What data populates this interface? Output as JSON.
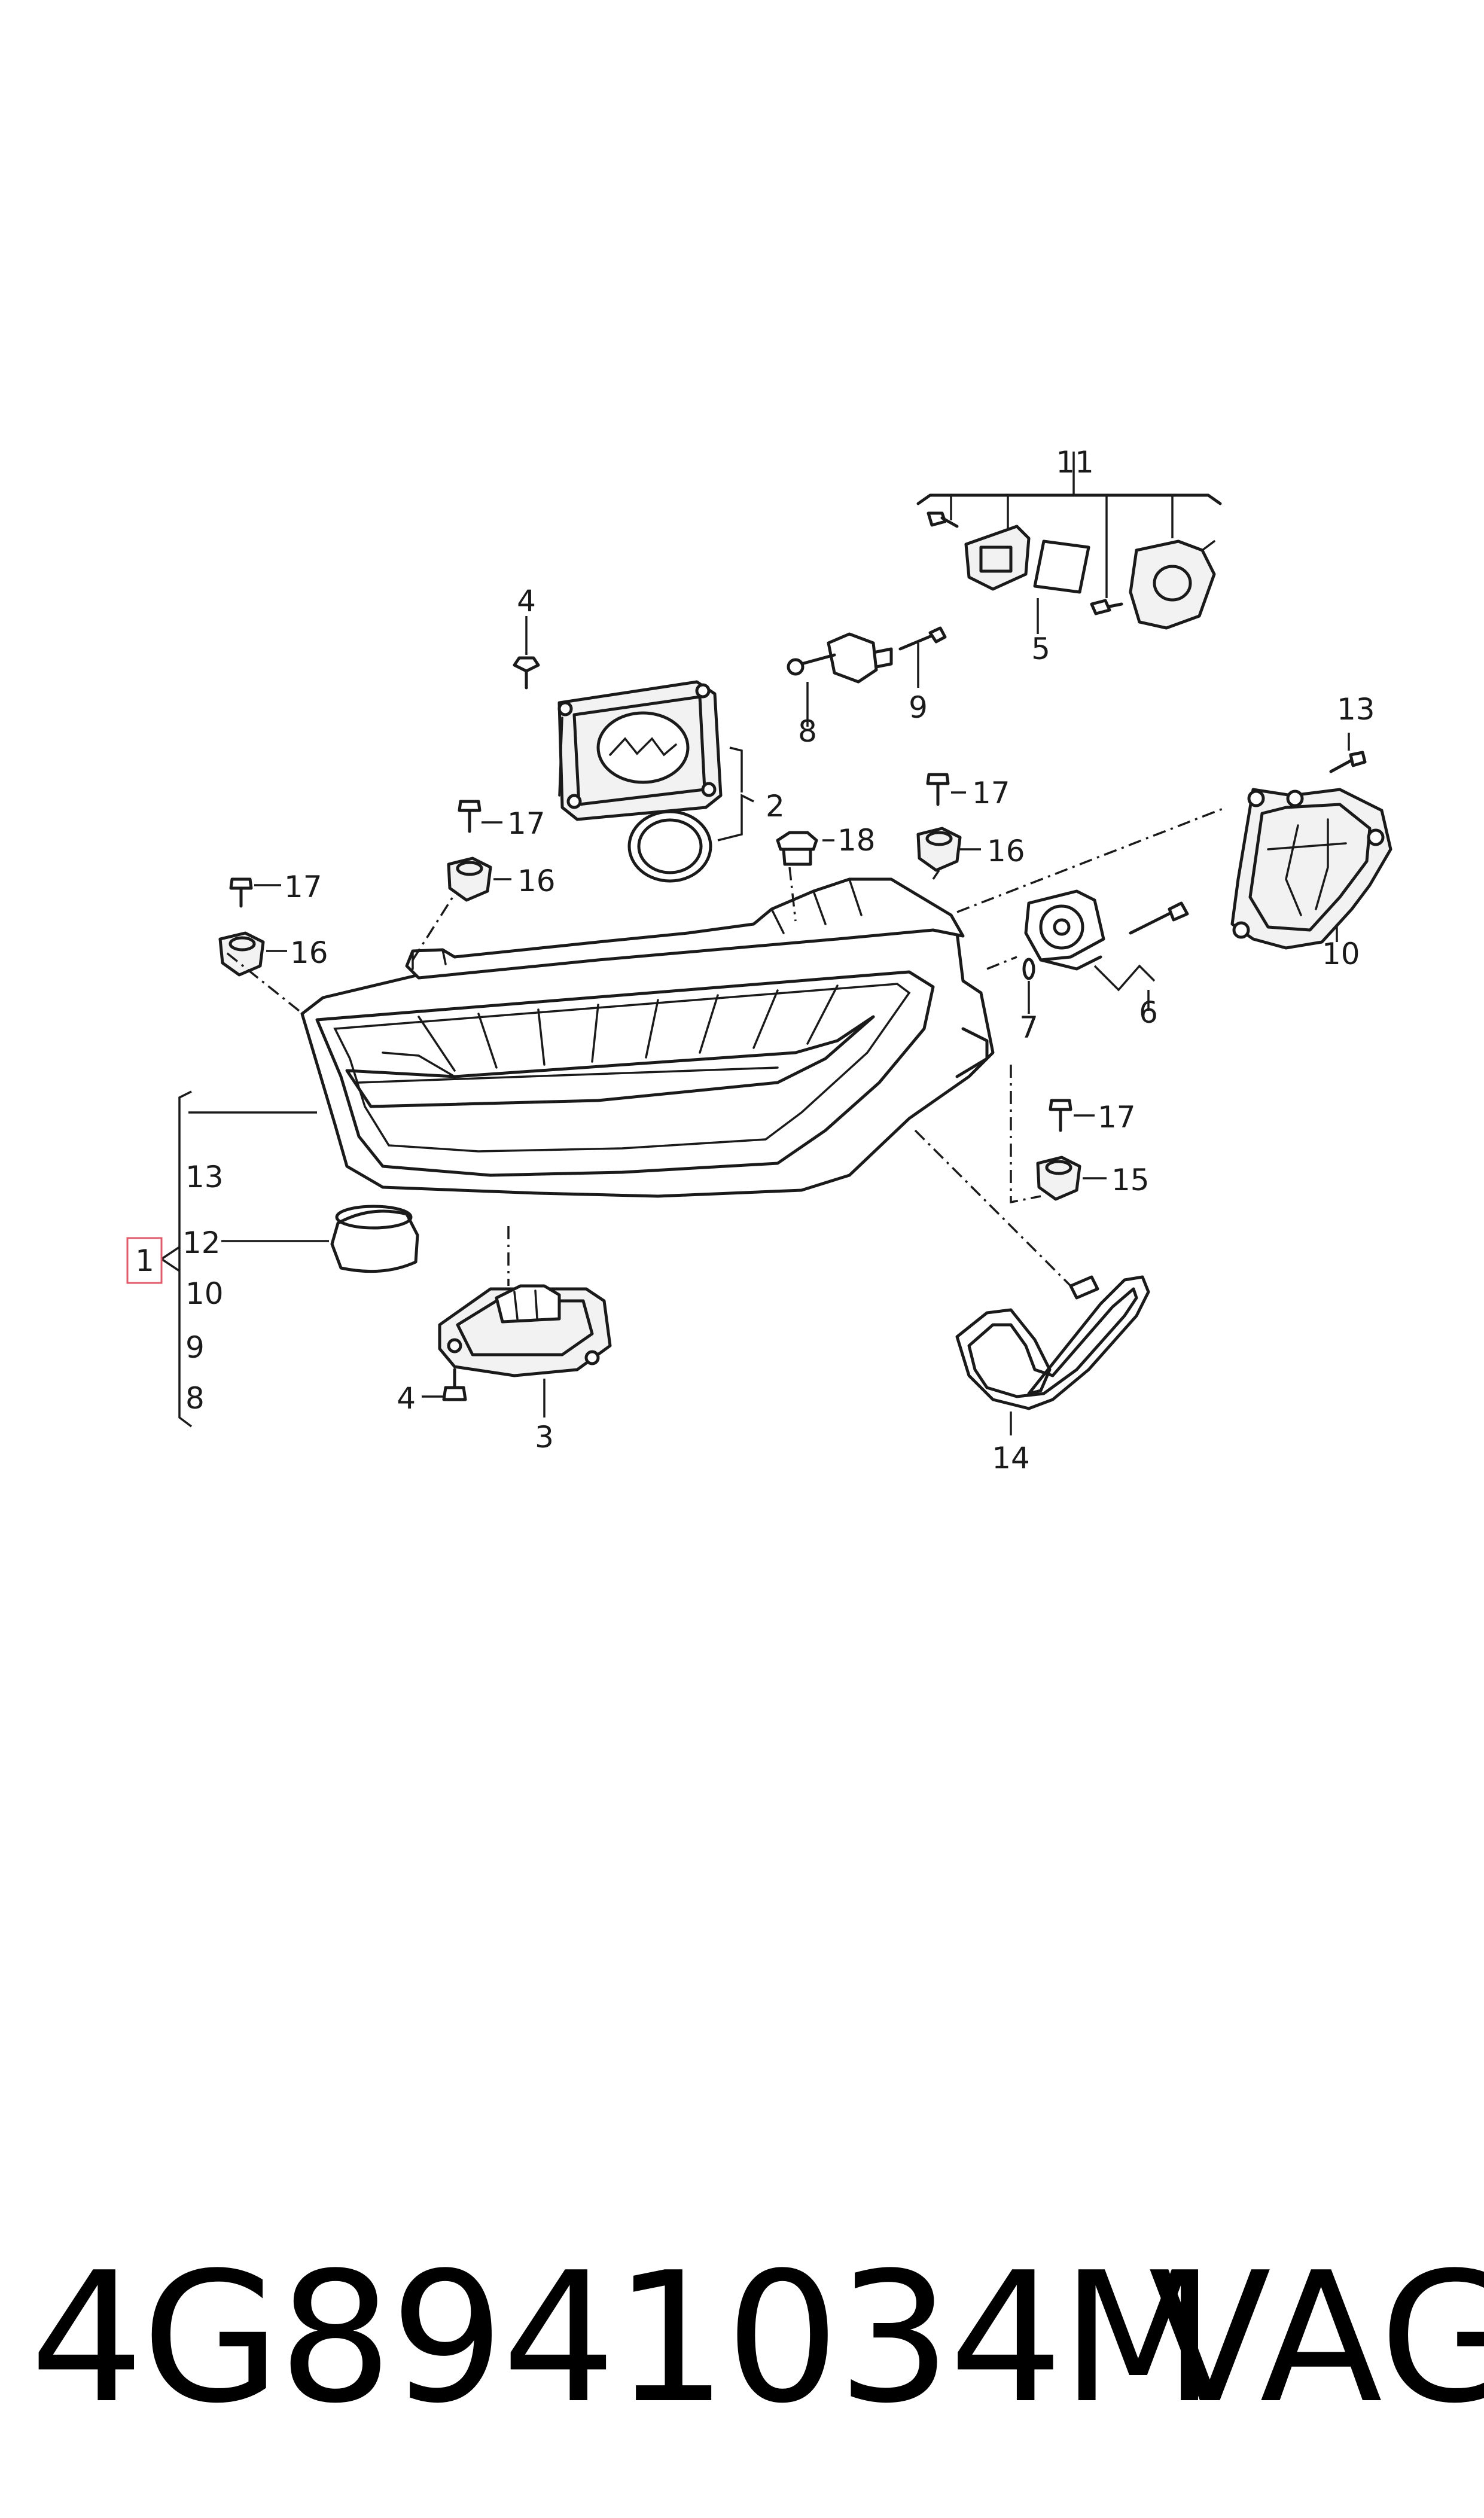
{
  "diagram": {
    "callouts": {
      "c1": "1",
      "c2": "2",
      "c3": "3",
      "c4a": "4",
      "c4b": "4",
      "c5": "5",
      "c6": "6",
      "c7": "7",
      "c8a": "8",
      "c8b": "8",
      "c9a": "9",
      "c9b": "9",
      "c10a": "10",
      "c10b": "10",
      "c11": "11",
      "c12": "12",
      "c13a": "13",
      "c13b": "13",
      "c14": "14",
      "c15": "15",
      "c16a": "16",
      "c16b": "16",
      "c16c": "16",
      "c17a": "17",
      "c17b": "17",
      "c17c": "17",
      "c17d": "17",
      "c18": "18"
    },
    "highlight_color": "#e05a6a"
  },
  "footer": {
    "part_number": "4G8941034M",
    "brand": "VAG"
  }
}
